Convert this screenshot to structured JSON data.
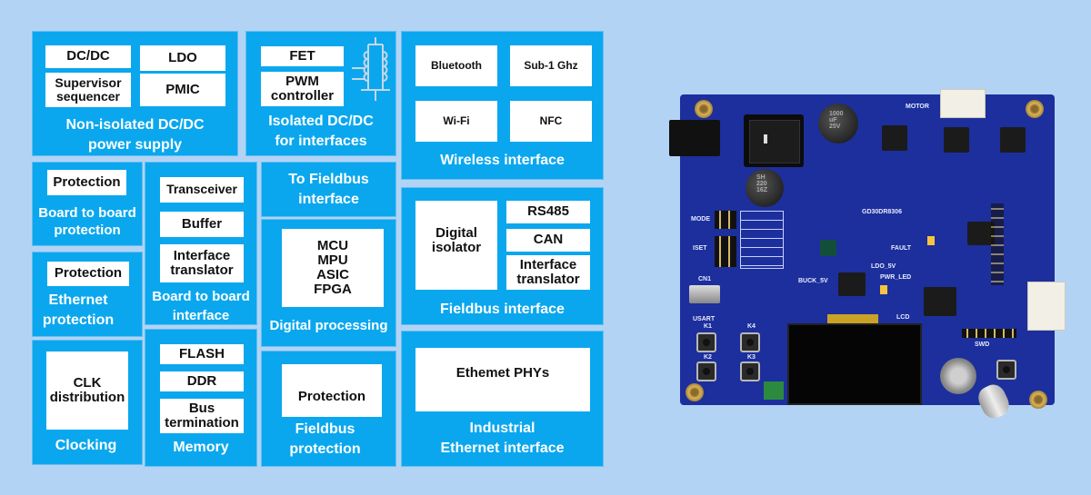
{
  "blocks": {
    "non_isolated": {
      "caption": "Non-isolated DC/DC\npower supply",
      "items": [
        "DC/DC",
        "LDO",
        "Supervisor\nsequencer",
        "PMIC"
      ]
    },
    "isolated": {
      "caption": "Isolated DC/DC\nfor interfaces",
      "items": [
        "FET",
        "PWM\ncontroller"
      ]
    },
    "wireless": {
      "caption": "Wireless interface",
      "items": [
        "Bluetooth",
        "Sub-1 Ghz",
        "Wi-Fi",
        "NFC"
      ]
    },
    "board_protection": {
      "caption": "Board to board\nprotection",
      "items": [
        "Protection"
      ]
    },
    "board_interface": {
      "caption": "Board to board\ninterface",
      "items": [
        "Transceiver",
        "Buffer",
        "Interface\ntranslator"
      ]
    },
    "to_fieldbus": {
      "caption": "To Fieldbus\ninterface"
    },
    "digital_processing": {
      "caption": "Digital processing",
      "items": [
        "MCU\nMPU\nASIC\nFPGA"
      ]
    },
    "fieldbus_interface": {
      "caption": "Fieldbus interface",
      "items": [
        "Digital\nisolator",
        "RS485",
        "CAN",
        "Interface\ntranslator"
      ]
    },
    "ethernet_protection": {
      "caption": "Ethernet\nprotection",
      "items": [
        "Protection"
      ]
    },
    "clocking": {
      "caption": "Clocking",
      "items": [
        "CLK\ndistribution"
      ]
    },
    "memory": {
      "caption": "Memory",
      "items": [
        "FLASH",
        "DDR",
        "Bus\ntermination"
      ]
    },
    "fieldbus_protection": {
      "caption": "Fieldbus\nprotection",
      "items": [
        "Protection"
      ]
    },
    "industrial_ethernet": {
      "caption": "Industrial\nEthernet interface",
      "items": [
        "Ethemet PHYs"
      ]
    }
  },
  "board_labels": {
    "motor": "MOTOR",
    "mode": "MODE",
    "iset": "ISET",
    "lcd": "LCD",
    "usart": "USART",
    "cn1": "CN1",
    "ldo": "LDO_5V",
    "buck": "BUCK_5V",
    "pwr_led": "PWR_LED",
    "swd": "SWD",
    "fault": "FAULT",
    "chip": "GD30DR8306",
    "k1": "K1",
    "k2": "K2",
    "k3": "K3",
    "k4": "K4",
    "cap1": "1000\nuF\n25V",
    "cap2": "SH\n220\n16Z"
  },
  "colors": {
    "block": "#0aa7ee",
    "background": "#b3d3f5",
    "board": "#1d2f9c"
  }
}
